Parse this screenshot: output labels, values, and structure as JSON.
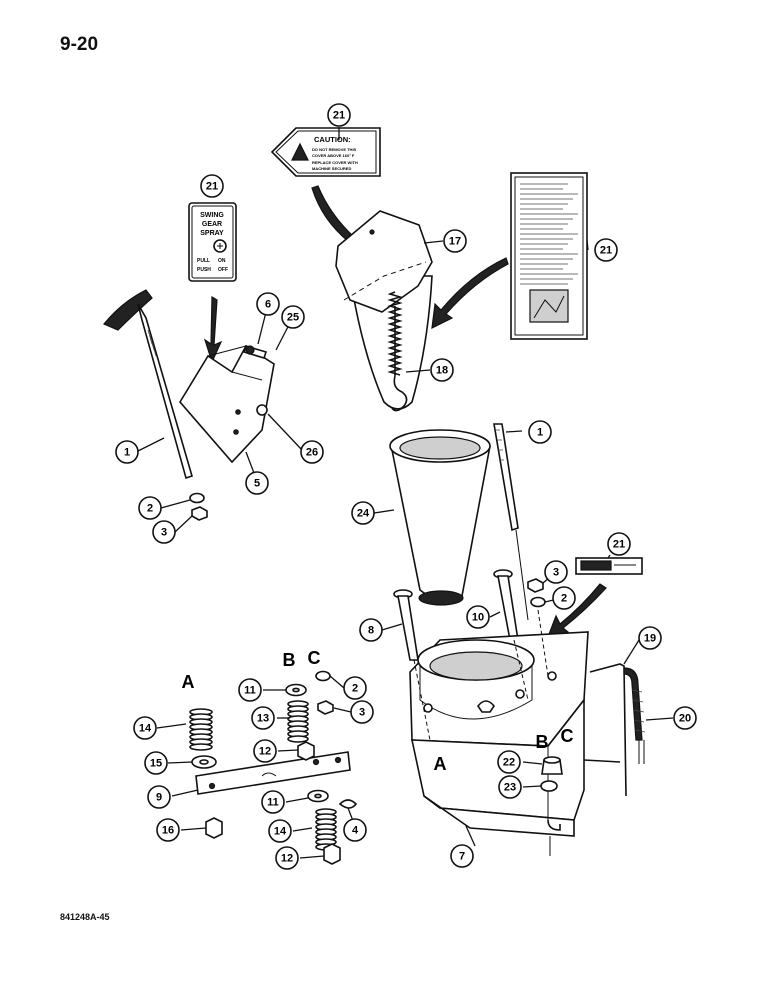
{
  "page_number": "9-20",
  "figure_id": "841248A-45",
  "callouts": [
    {
      "id": "c21a",
      "label": "21"
    },
    {
      "id": "c21b",
      "label": "21"
    },
    {
      "id": "c21c",
      "label": "21"
    },
    {
      "id": "c21d",
      "label": "21"
    },
    {
      "id": "c17",
      "label": "17"
    },
    {
      "id": "c18",
      "label": "18"
    },
    {
      "id": "c6",
      "label": "6"
    },
    {
      "id": "c25",
      "label": "25"
    },
    {
      "id": "c26",
      "label": "26"
    },
    {
      "id": "c5",
      "label": "5"
    },
    {
      "id": "c1a",
      "label": "1"
    },
    {
      "id": "c1b",
      "label": "1"
    },
    {
      "id": "c2a",
      "label": "2"
    },
    {
      "id": "c3a",
      "label": "3"
    },
    {
      "id": "c24",
      "label": "24"
    },
    {
      "id": "c3b",
      "label": "3"
    },
    {
      "id": "c2b",
      "label": "2"
    },
    {
      "id": "c8",
      "label": "8"
    },
    {
      "id": "c10",
      "label": "10"
    },
    {
      "id": "c19",
      "label": "19"
    },
    {
      "id": "c20",
      "label": "20"
    },
    {
      "id": "c11a",
      "label": "11"
    },
    {
      "id": "c2c",
      "label": "2"
    },
    {
      "id": "c3c",
      "label": "3"
    },
    {
      "id": "c14a",
      "label": "14"
    },
    {
      "id": "c13",
      "label": "13"
    },
    {
      "id": "c12a",
      "label": "12"
    },
    {
      "id": "c15",
      "label": "15"
    },
    {
      "id": "c9",
      "label": "9"
    },
    {
      "id": "c11b",
      "label": "11"
    },
    {
      "id": "c4",
      "label": "4"
    },
    {
      "id": "c16",
      "label": "16"
    },
    {
      "id": "c14b",
      "label": "14"
    },
    {
      "id": "c12b",
      "label": "12"
    },
    {
      "id": "c22",
      "label": "22"
    },
    {
      "id": "c23",
      "label": "23"
    },
    {
      "id": "c7",
      "label": "7"
    }
  ],
  "reference_letters": [
    {
      "id": "A1",
      "label": "A"
    },
    {
      "id": "B1",
      "label": "B"
    },
    {
      "id": "C1",
      "label": "C"
    },
    {
      "id": "A2",
      "label": "A"
    },
    {
      "id": "B2",
      "label": "B"
    },
    {
      "id": "C2",
      "label": "C"
    }
  ],
  "decals": {
    "caution": {
      "title": "CAUTION:",
      "lines": [
        "DO NOT REMOVE THIS",
        "COVER ABOVE 160° F",
        "REPLACE COVER WITH",
        "MACHINE SECURED"
      ]
    },
    "swing_gear": {
      "lines": [
        "SWING",
        "GEAR",
        "SPRAY"
      ],
      "pull_label": "PULL",
      "pull_value": "ON",
      "push_label": "PUSH",
      "push_value": "OFF"
    }
  }
}
